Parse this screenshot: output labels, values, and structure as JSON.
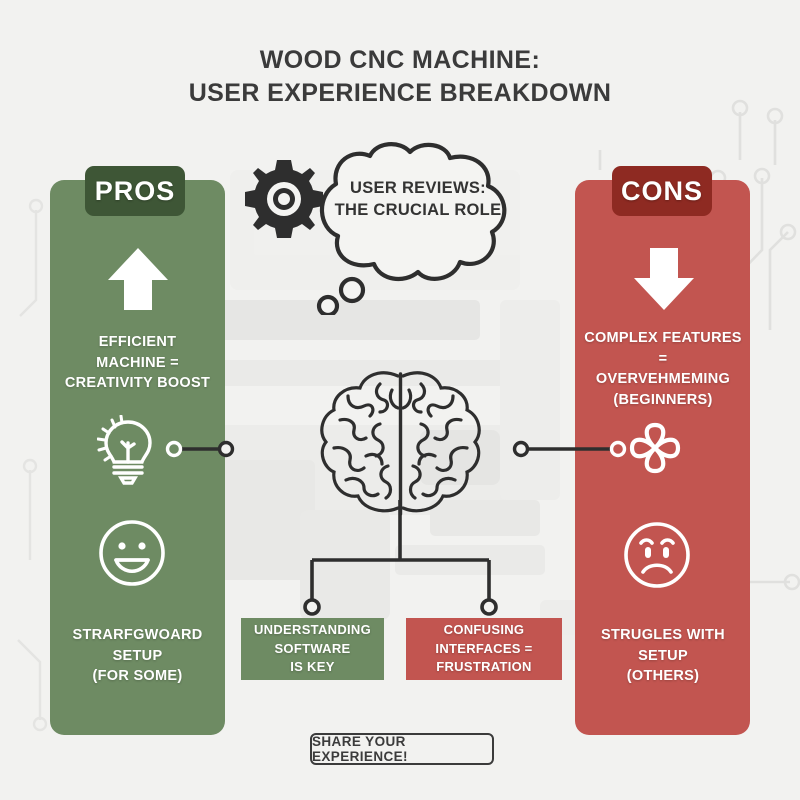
{
  "title": {
    "line1": "WOOD CNC MACHINE:",
    "line2": "USER EXPERIENCE BREAKDOWN"
  },
  "pros": {
    "tab_label": "PROS",
    "top_text": "EFFICIENT\nMACHINE =\nCREATIVITY BOOST",
    "bottom_text": "STRARFGWOARD\nSETUP\n(FOR SOME)",
    "arrow_icon": "arrow-up-icon",
    "idea_icon": "lightbulb-gear-icon",
    "face_icon": "happy-face-icon",
    "panel_color": "#6e8b63",
    "tab_color": "#3e5636"
  },
  "cons": {
    "tab_label": "CONS",
    "top_text": "COMPLEX FEATURES =\nOVERVEHMEMING\n(BEGINNERS)",
    "bottom_text": "STRUGLES WITH\nSETUP\n(OTHERS)",
    "arrow_icon": "arrow-down-icon",
    "tangle_icon": "tangled-knot-icon",
    "face_icon": "sad-face-icon",
    "panel_color": "#c25550",
    "tab_color": "#8e2a22"
  },
  "bubble": {
    "line1": "USER REVIEWS:",
    "line2": "THE CRUCIAL ROLE",
    "icon": "gear-icon"
  },
  "center": {
    "brain_icon": "brain-icon"
  },
  "bottom_boxes": [
    {
      "text": "UNDERSTANDING\nSOFTWARE\nIS KEY",
      "color": "#6e8b63",
      "side": "pros"
    },
    {
      "text": "CONFUSING\nINTERFACES =\nFRUSTRATION",
      "color": "#c25550",
      "side": "cons"
    }
  ],
  "cta": {
    "label": "SHARE YOUR EXPERIENCE!"
  },
  "theme": {
    "background": "#f2f2f0",
    "ink": "#3b3b3b",
    "watermark": "#e2e2e0"
  }
}
